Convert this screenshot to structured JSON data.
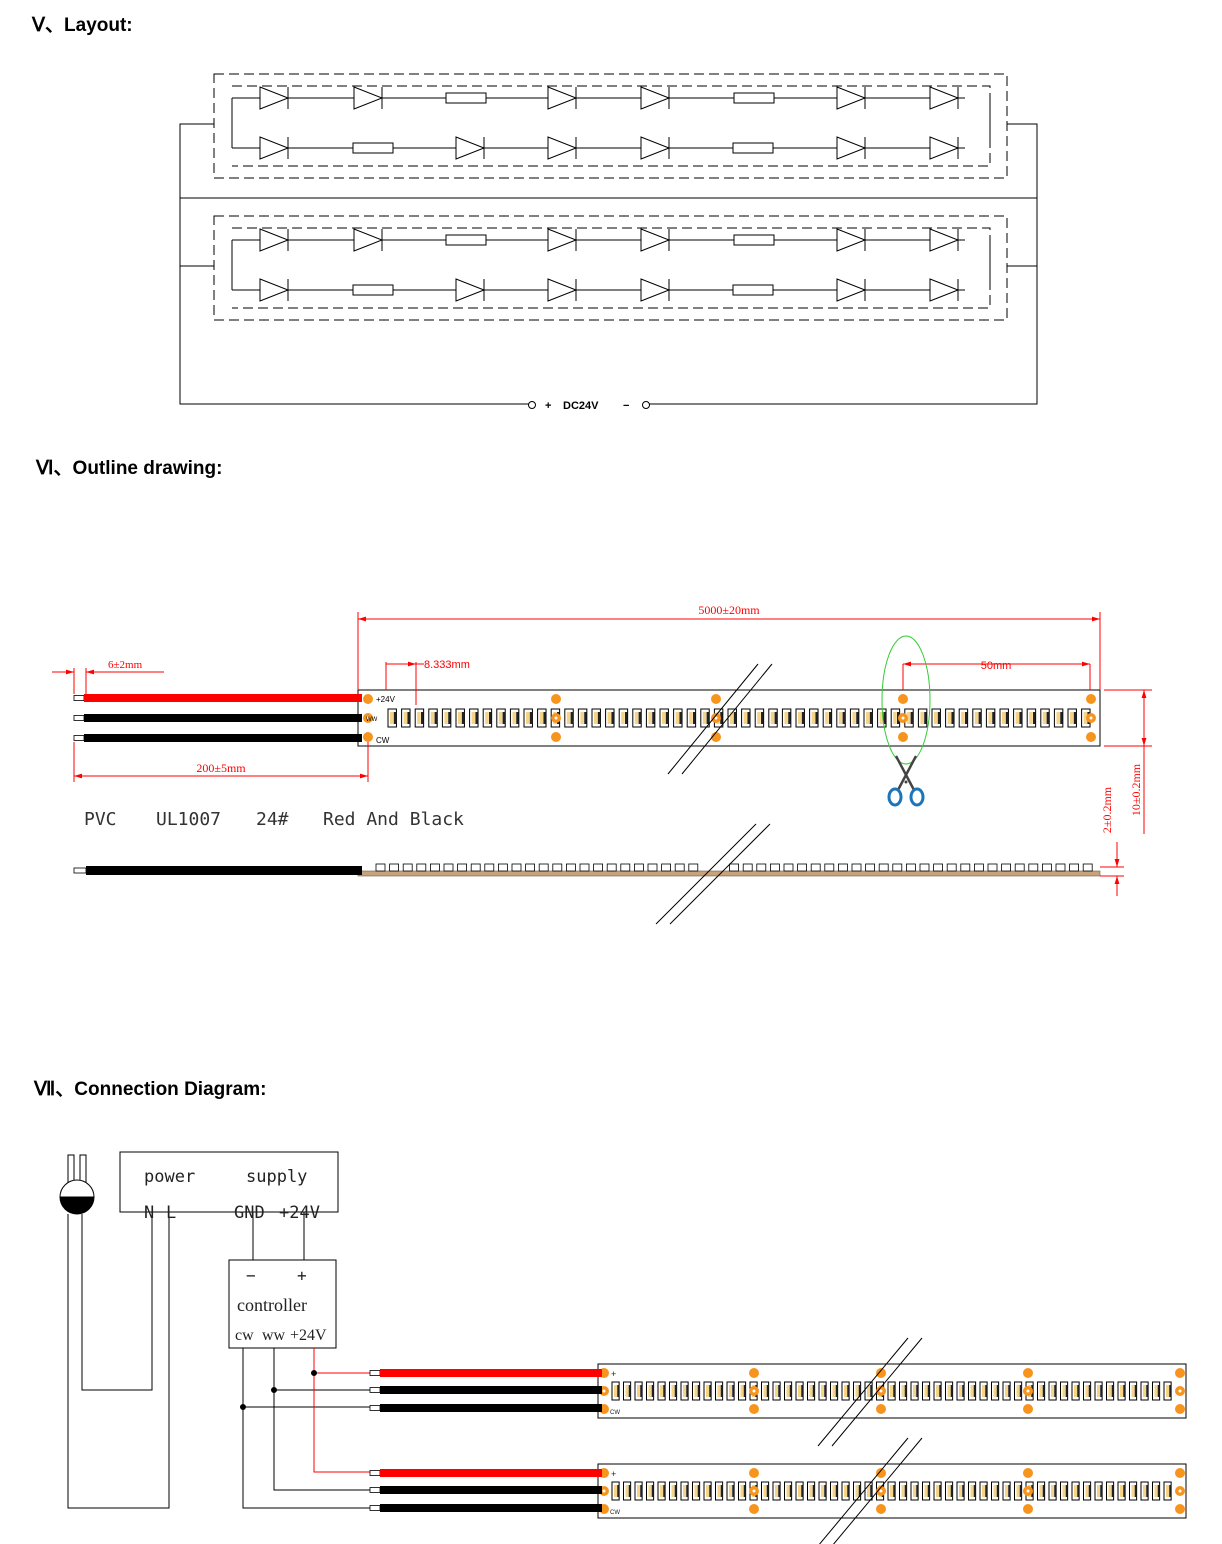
{
  "sections": {
    "layout": {
      "numeral": "Ⅴ",
      "sep": "、",
      "title": "Layout:"
    },
    "outline": {
      "numeral": "Ⅵ",
      "sep": "、",
      "title": "Outline drawing:"
    },
    "connection": {
      "numeral": "Ⅶ",
      "sep": "、",
      "title": "Connection Diagram:"
    }
  },
  "layout_diagram": {
    "supply_plus": "+",
    "supply_label": "DC24V",
    "supply_minus": "−",
    "line_color": "#000000",
    "dash_color": "#000000"
  },
  "outline_drawing": {
    "dim_total_length": "5000±20mm",
    "dim_pitch": "8.333mm",
    "dim_cut_unit": "50mm",
    "dim_wire_strip": "6±2mm",
    "dim_wire_length": "200±5mm",
    "dim_thickness": "2±0.2mm",
    "dim_width": "10±0.2mm",
    "pad_label_24v": "+24V",
    "pad_label_ww": "WW",
    "pad_label_cw": "CW",
    "wire_spec": [
      "PVC",
      "UL1007",
      "24#",
      "Red And Black"
    ],
    "dim_color": "#ff0000",
    "pad_color": "#f7941d",
    "cut_mark_color": "#33cc33",
    "scissor_handle_color": "#1a75bb"
  },
  "connection_diagram": {
    "power_label_1": "power",
    "power_label_2": "supply",
    "power_n": "N",
    "power_l": "L",
    "power_gnd": "GND",
    "power_24v": "+24V",
    "controller_minus": "−",
    "controller_plus": "+",
    "controller_label": "controller",
    "controller_cw": "cw",
    "controller_ww": "ww",
    "controller_24v": "+24V",
    "strip_plus": "+",
    "strip_cw": "CW",
    "wire_red": "#ff0000",
    "wire_black": "#000000"
  }
}
